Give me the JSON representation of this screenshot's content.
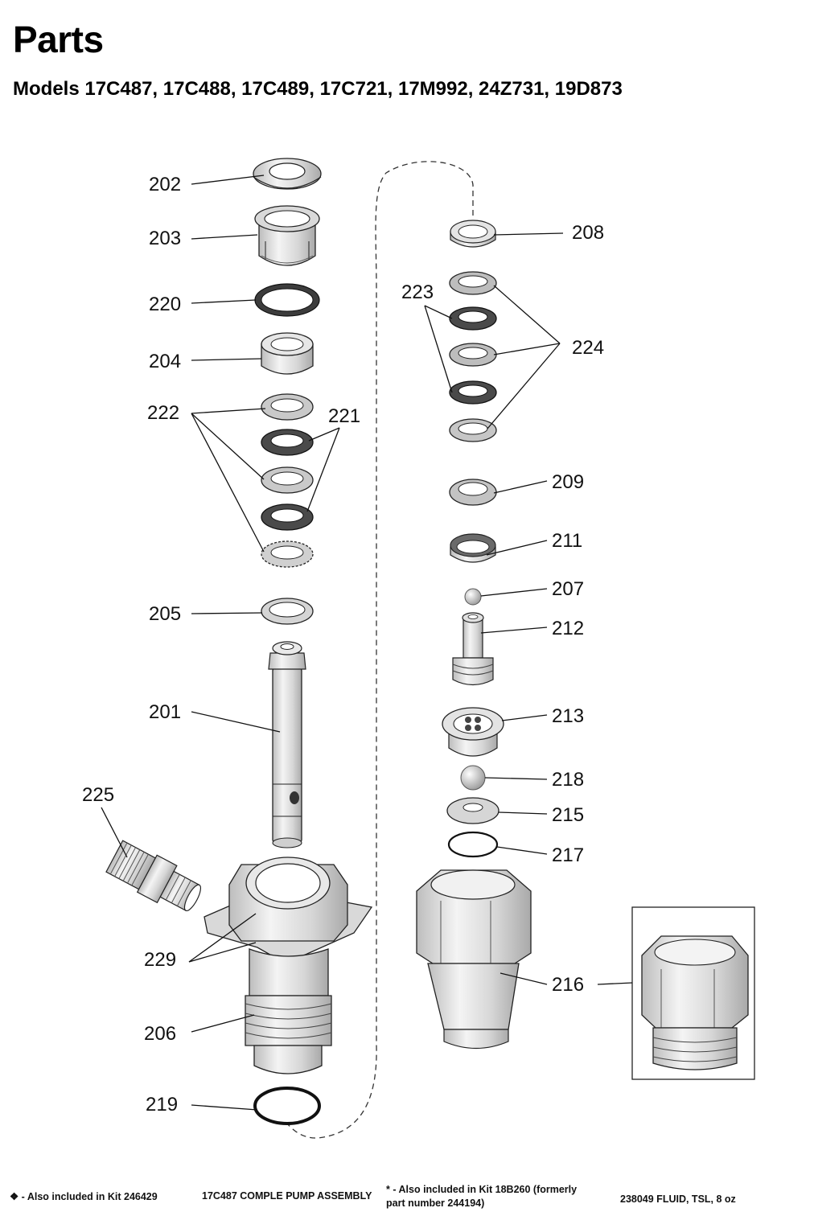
{
  "header": {
    "title": "Parts",
    "subtitle": "Models 17C487, 17C488, 17C489, 17C721, 17M992, 24Z731, 19D873"
  },
  "callouts": {
    "p202": "202",
    "p203": "203",
    "p220": "220",
    "p204": "204",
    "p222": "222",
    "p221": "221",
    "p205": "205",
    "p201": "201",
    "p225": "225",
    "p229": "229",
    "p206": "206",
    "p219": "219",
    "p208": "208",
    "p223": "223",
    "p224": "224",
    "p209": "209",
    "p211": "211",
    "p207": "207",
    "p212": "212",
    "p213": "213",
    "p218": "218",
    "p215": "215",
    "p217": "217",
    "p216": "216"
  },
  "footer": {
    "note1": "❖ - Also included in Kit 246429",
    "note2": "17C487 COMPLE PUMP ASSEMBLY",
    "note3_line1": "* - Also included in Kit 18B260 (formerly",
    "note3_line2": "part number 244194)",
    "note4": "238049 FLUID, TSL, 8 oz"
  },
  "colors": {
    "line": "#222222",
    "part_light": "#e8e8e8",
    "part_mid": "#c8c8c8",
    "part_dark": "#555555"
  }
}
